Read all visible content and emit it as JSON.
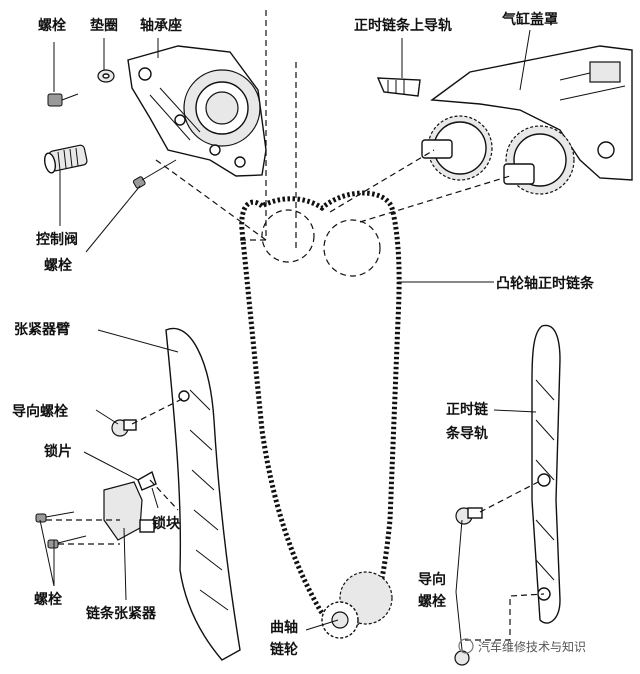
{
  "labels": {
    "bolt_top": "螺栓",
    "washer": "垫圈",
    "bearing_seat": "轴承座",
    "upper_guide": "正时链条上导轨",
    "cylinder_cover": "气缸盖罩",
    "control_valve": "控制阀",
    "bolt_mid": "螺栓",
    "cam_chain": "凸轮轴正时链条",
    "tensioner_arm": "张紧器臂",
    "guide_bolt_left": "导向螺栓",
    "lock_plate": "锁片",
    "lock_block": "锁块",
    "timing_guide_1": "正时链",
    "timing_guide_2": "条导轨",
    "bolt_bottom": "螺栓",
    "chain_tensioner": "链条张紧器",
    "crank_1": "曲轴",
    "crank_2": "链轮",
    "guide_bolt_r1": "导向",
    "guide_bolt_r2": "螺栓"
  },
  "watermark": "汽车维修技术与知识",
  "colors": {
    "ink": "#111111",
    "paper": "#ffffff",
    "shade": "#e8e8e8"
  }
}
